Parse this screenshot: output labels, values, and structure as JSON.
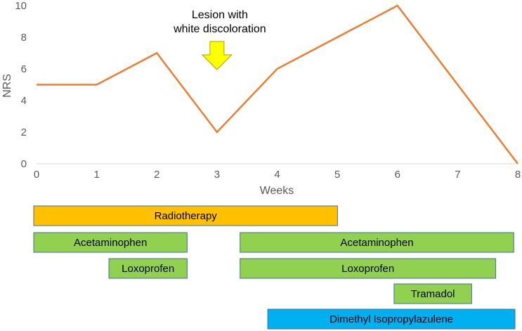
{
  "chart_data": {
    "type": "line",
    "xlabel": "Weeks",
    "ylabel": "NRS",
    "xlim": [
      0,
      8
    ],
    "ylim": [
      0,
      10
    ],
    "x_ticks": [
      "0",
      "1",
      "2",
      "3",
      "4",
      "5",
      "6",
      "7",
      "8"
    ],
    "y_ticks": [
      "0",
      "2",
      "4",
      "6",
      "8",
      "10"
    ],
    "grid": false,
    "series": [
      {
        "color": "#ED7D31",
        "x": [
          0,
          1,
          2,
          3,
          4,
          5,
          6,
          8
        ],
        "y": [
          5,
          5,
          7,
          2,
          6,
          8,
          10,
          0
        ]
      }
    ],
    "annotation": {
      "line1": "Lesion with",
      "line2": "white discoloration",
      "x": 3,
      "arrow_color": "#FFFF00",
      "arrow_stroke": "#A6A600"
    },
    "treatments": [
      {
        "label": "Radiotherapy",
        "start": 0,
        "end": 5.05,
        "row": 0,
        "color": "#FFC000"
      },
      {
        "label": "Acetaminophen",
        "start": 0,
        "end": 2.55,
        "row": 1,
        "color": "#92D050"
      },
      {
        "label": "Acetaminophen",
        "start": 3.43,
        "end": 7.98,
        "row": 1,
        "color": "#92D050"
      },
      {
        "label": "Loxoprofen",
        "start": 1.25,
        "end": 2.55,
        "row": 2,
        "color": "#92D050"
      },
      {
        "label": "Loxoprofen",
        "start": 3.43,
        "end": 7.68,
        "row": 2,
        "color": "#92D050"
      },
      {
        "label": "Tramadol",
        "start": 5.99,
        "end": 7.28,
        "row": 3,
        "color": "#92D050"
      },
      {
        "label": "Dimethyl Isopropylazulene",
        "start": 3.89,
        "end": 8.0,
        "row": 4,
        "color": "#00B0F0"
      }
    ]
  }
}
